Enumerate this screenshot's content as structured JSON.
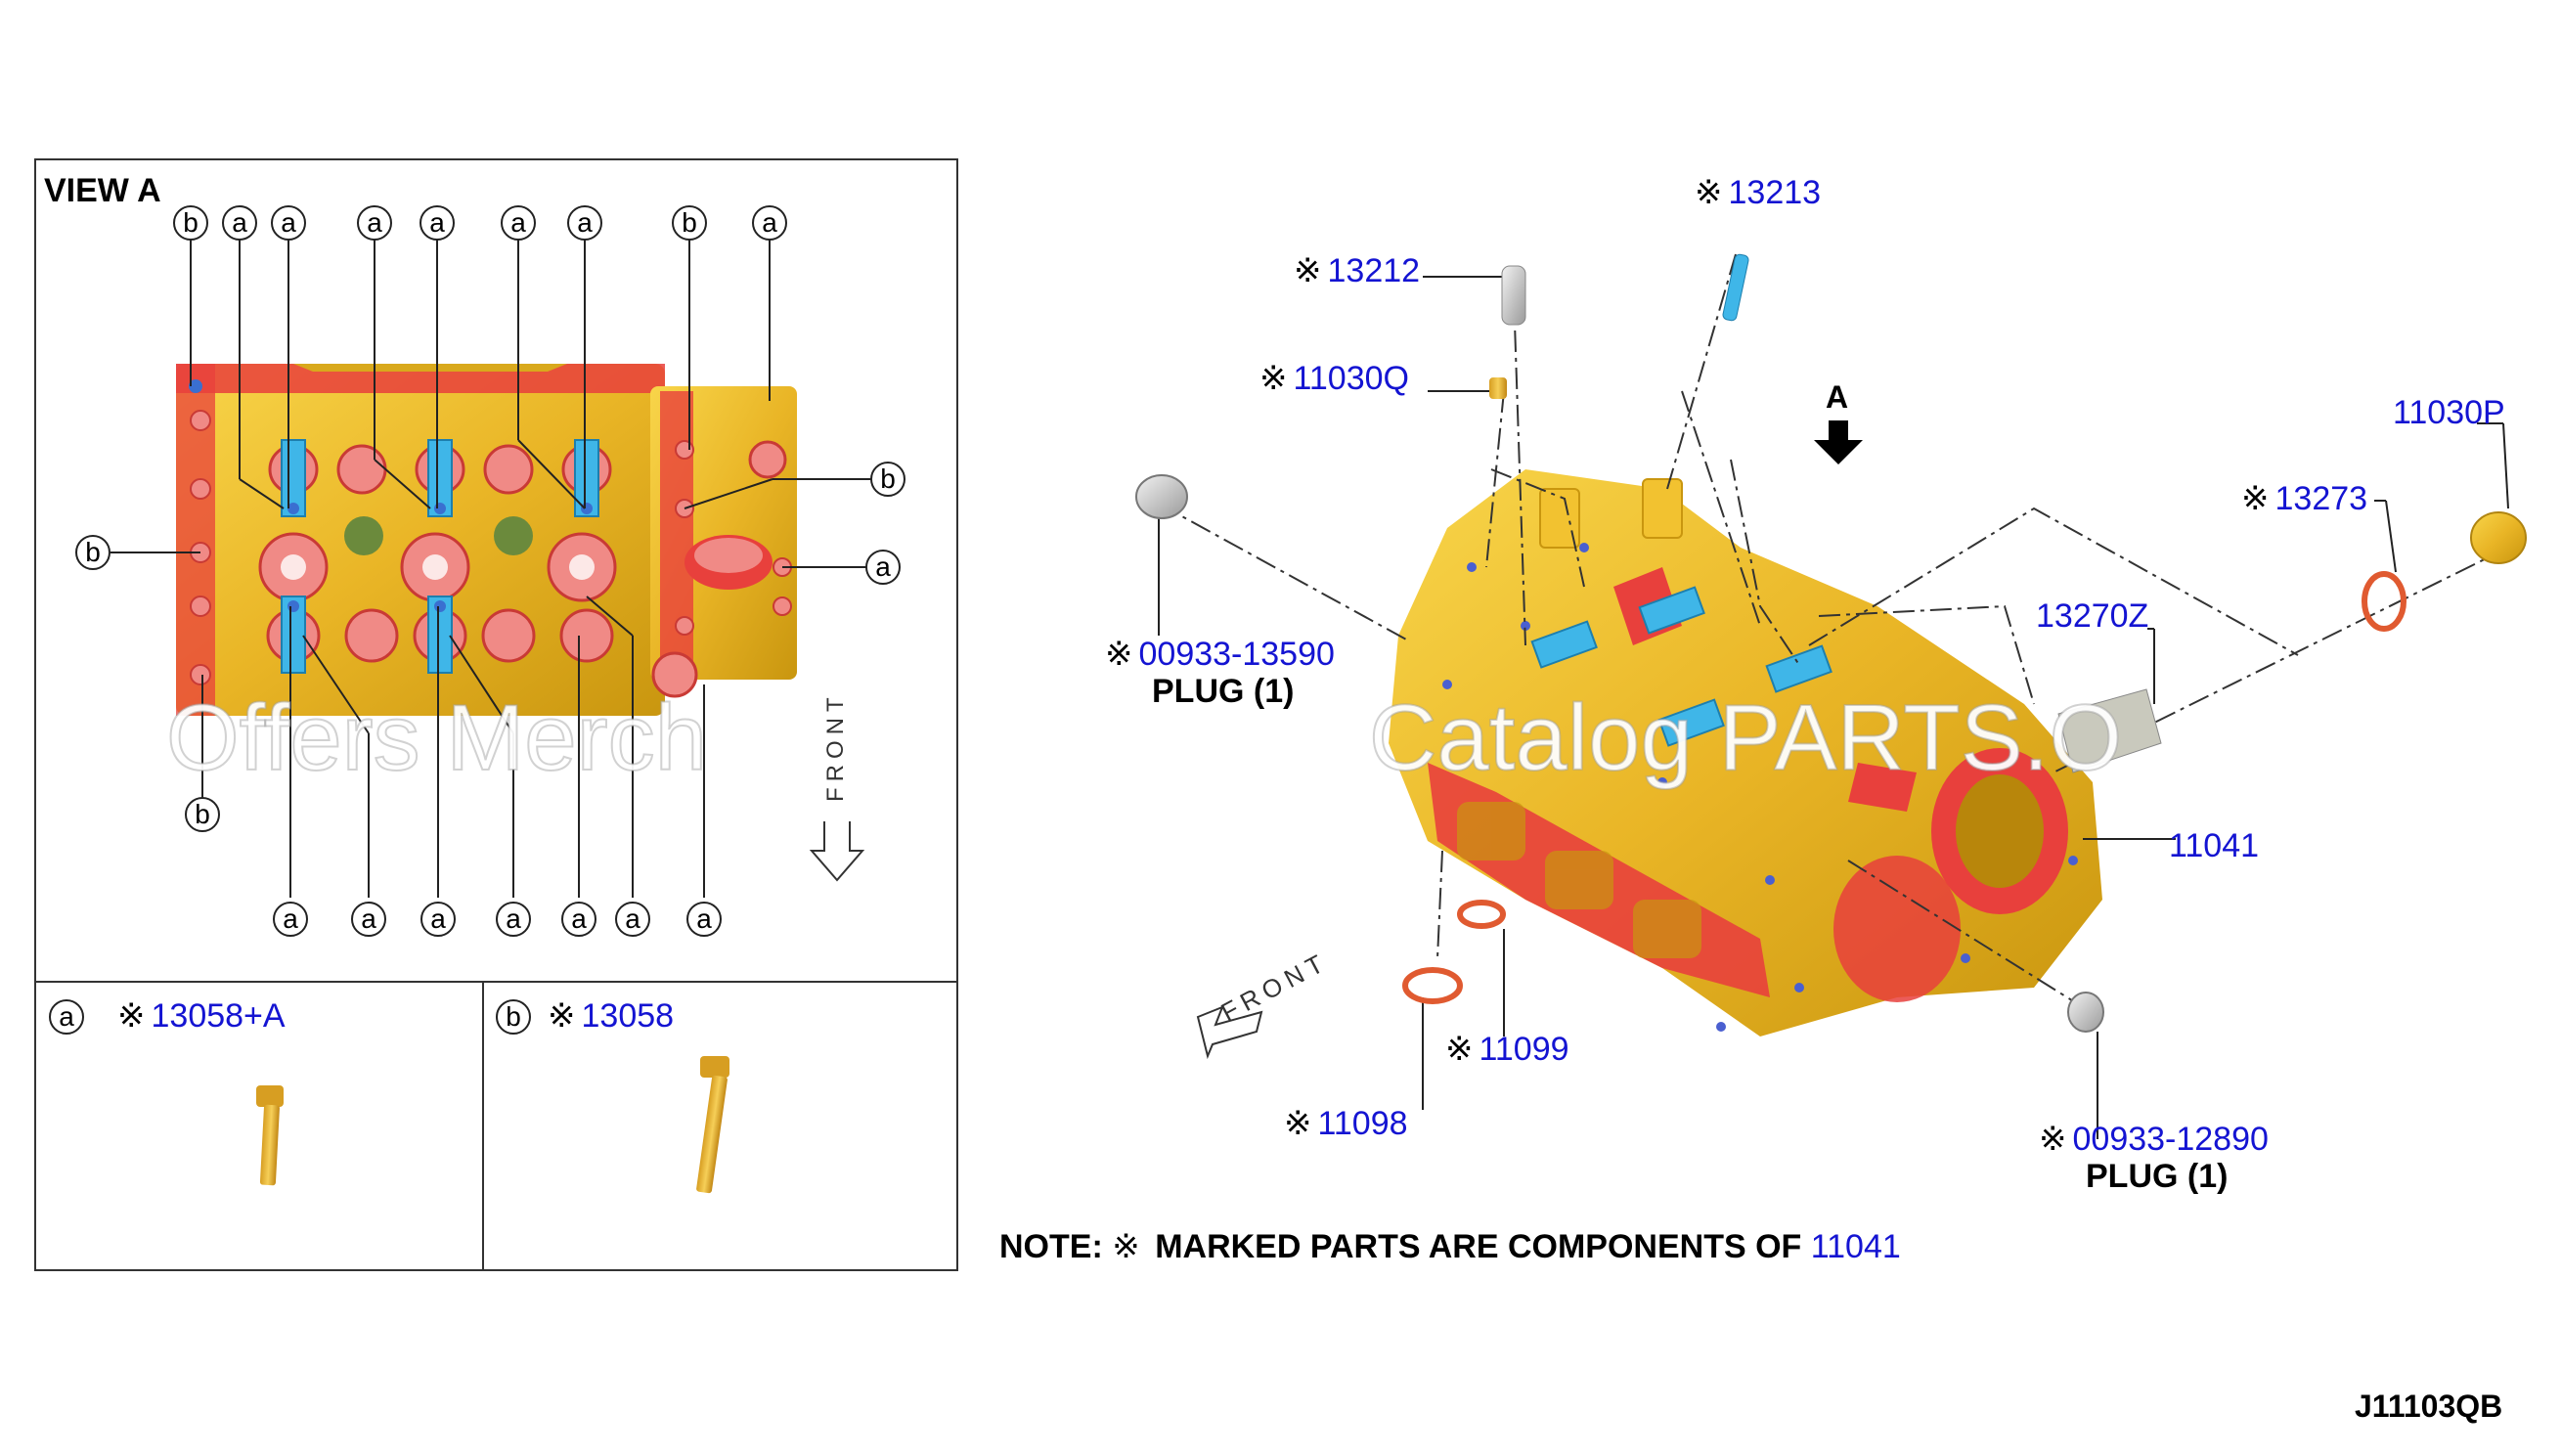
{
  "view_label": "VIEW A",
  "letters": {
    "a": "a",
    "b": "b",
    "arrow": "A"
  },
  "front_label": "FRONT",
  "legend": {
    "a_part": "13058+A",
    "b_part": "13058"
  },
  "callouts": {
    "p13213": "13213",
    "p13212": "13212",
    "p11030Q": "11030Q",
    "p11030P": "11030P",
    "p13273": "13273",
    "p13270Z": "13270Z",
    "p00933_13590": "00933-13590",
    "plug_1": "PLUG (1)",
    "p11041": "11041",
    "p11099": "11099",
    "p11098": "11098",
    "p00933_12890": "00933-12890",
    "plug_2": "PLUG (1)"
  },
  "note": {
    "prefix": "NOTE:",
    "text": "MARKED PARTS ARE COMPONENTS OF",
    "part": "11041"
  },
  "marker_symbol": "※",
  "diagram_code": "J11103QB",
  "watermark_left": "Offers Merch",
  "watermark_right": "Catalog PARTS.O",
  "colors": {
    "gold": "#f2c230",
    "gold_dark": "#c9960f",
    "red": "#e8403c",
    "pink": "#f08a86",
    "cyan": "#3fb6e8",
    "link_blue": "#1414d2"
  }
}
